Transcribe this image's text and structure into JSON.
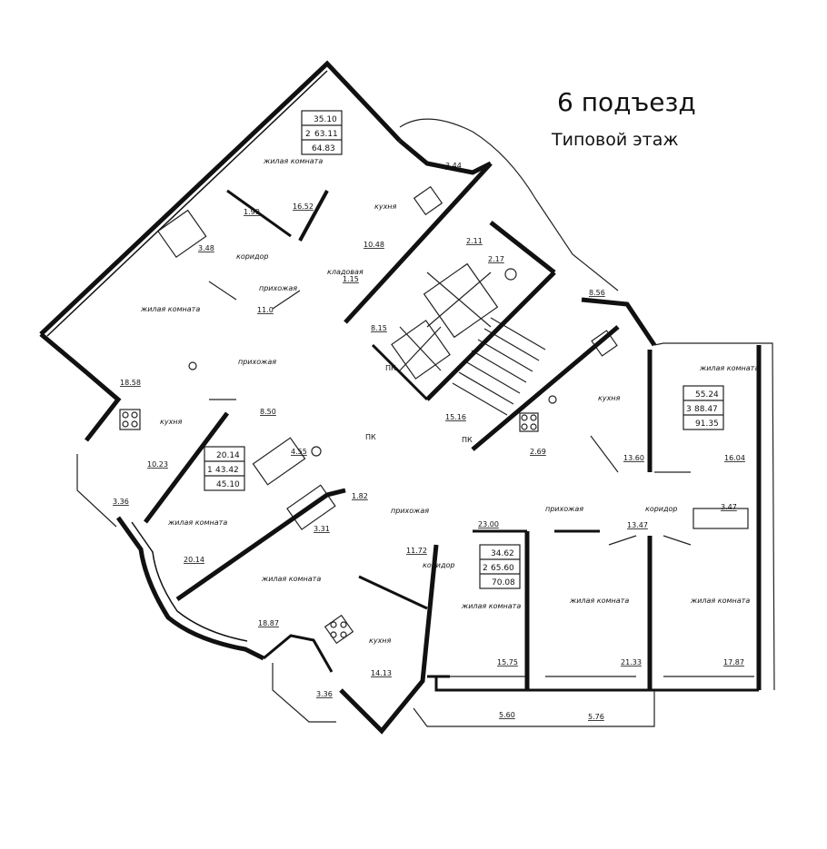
{
  "header": {
    "title": "6 подъезд",
    "subtitle": "Типовой этаж"
  },
  "colors": {
    "wall": "#111111",
    "thin_line": "#222222",
    "background": "#ffffff"
  },
  "apartments": [
    {
      "id": "apt-2-north",
      "rooms": "2",
      "living_area": "35.10",
      "area": "63.11",
      "total_area": "64.83"
    },
    {
      "id": "apt-1-west",
      "rooms": "1",
      "living_area": "20.14",
      "area": "43.42",
      "total_area": "45.10"
    },
    {
      "id": "apt-3-east",
      "rooms": "3",
      "living_area": "55.24",
      "area": "88.47",
      "total_area": "91.35"
    },
    {
      "id": "apt-2-south",
      "rooms": "2",
      "living_area": "34.62",
      "area": "65.60",
      "total_area": "70.08"
    }
  ],
  "room_names": [
    {
      "id": "n-living-top",
      "text": "жилая комната"
    },
    {
      "id": "n-kitchen-top",
      "text": "кухня"
    },
    {
      "id": "n-storage",
      "text": "кладовая"
    },
    {
      "id": "n-corridor-top",
      "text": "коридор"
    },
    {
      "id": "n-hall-top",
      "text": "прихожая"
    },
    {
      "id": "n-living-left",
      "text": "жилая комната"
    },
    {
      "id": "n-hall-left",
      "text": "прихожая"
    },
    {
      "id": "n-kitchen-left",
      "text": "кухня"
    },
    {
      "id": "n-living-sw",
      "text": "жилая комната"
    },
    {
      "id": "n-living-south",
      "text": "жилая комната"
    },
    {
      "id": "n-hall-south",
      "text": "прихожая"
    },
    {
      "id": "n-corridor-south",
      "text": "коридор"
    },
    {
      "id": "n-kitchen-south",
      "text": "кухня"
    },
    {
      "id": "n-living-sc",
      "text": "жилая комната"
    },
    {
      "id": "n-living-se1",
      "text": "жилая комната"
    },
    {
      "id": "n-living-se2",
      "text": "жилая комната"
    },
    {
      "id": "n-hall-east",
      "text": "прихожая"
    },
    {
      "id": "n-corridor-east",
      "text": "коридор"
    },
    {
      "id": "n-kitchen-east",
      "text": "кухня"
    },
    {
      "id": "n-living-east",
      "text": "жилая комната"
    },
    {
      "id": "n-pk-1",
      "text": "ПК"
    },
    {
      "id": "n-pk-2",
      "text": "ПК"
    },
    {
      "id": "n-pk-3",
      "text": "ПК"
    }
  ],
  "room_areas": [
    "16.52",
    "1.90",
    "3.48",
    "10.48",
    "1.15",
    "11.0",
    "3.44",
    "2.11",
    "2.17",
    "8.56",
    "8.15",
    "18.58",
    "8.50",
    "10.23",
    "3.36",
    "4.55",
    "1.82",
    "3.31",
    "20.14",
    "18.87",
    "11.72",
    "3.36",
    "14.13",
    "23.00",
    "15.16",
    "2.69",
    "13.60",
    "16.04",
    "3.47",
    "13.47",
    "15.75",
    "21.33",
    "17.87",
    "5.60",
    "5.76"
  ]
}
